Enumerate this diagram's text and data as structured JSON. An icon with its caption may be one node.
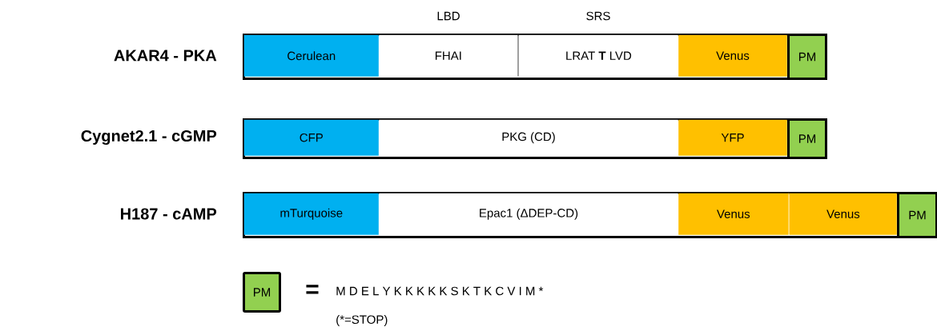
{
  "diagram": {
    "nodes": [
      {
        "text": [
          "AKAR4  - PKA"
        ]
      },
      {
        "text": [
          "Cerulean"
        ],
        "in": 0
      },
      {
        "text": [
          "FHAI"
        ],
        "in": 0,
        "beside": [
          "LBD"
        ]
      },
      {
        "text": [
          "LRAT **T** LVD"
        ],
        "in": 0,
        "beside": [
          "SRS"
        ]
      },
      {
        "text": [
          "Venus"
        ],
        "in": 0
      },
      {
        "text": [
          "PM"
        ],
        "in": 0
      },
      {
        "text": [
          "Cygnet2.1 - cGMP"
        ]
      },
      {
        "text": [
          "CFP"
        ],
        "in": 6
      },
      {
        "text": [
          "PKG (CD)"
        ],
        "in": 6
      },
      {
        "text": [
          "YFP"
        ],
        "in": 6
      },
      {
        "text": [
          "PM"
        ],
        "in": 6
      },
      {
        "text": [
          "H187  - cAMP"
        ]
      },
      {
        "text": [
          "mTurquoise"
        ],
        "in": 11
      },
      {
        "text": [
          "Epac1 (ΔDEP-CD)"
        ],
        "in": 11
      },
      {
        "text": [
          "Venus"
        ],
        "in": 11
      },
      {
        "text": [
          "Venus"
        ],
        "in": 11
      },
      {
        "text": [
          "PM"
        ],
        "in": 11
      },
      {
        "text": [
          "PM"
        ]
      }
    ],
    "labels": [
      "=",
      "M D E L Y K K K K K S K T K C V I M *",
      "(*=STOP)"
    ]
  }
}
